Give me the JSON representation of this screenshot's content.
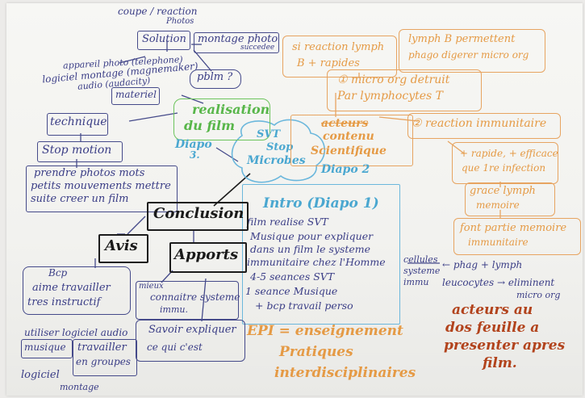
{
  "top_note": "coupe / reaction",
  "top_note2": "Photos",
  "solution": "Solution",
  "montage": "montage photo",
  "montage2": "succedee",
  "appareil": "appareil photo (telephone)",
  "logiciel_montage": "logiciel montage (magnemaker)",
  "audacity": "audio (audacity)",
  "materiel": "materiel",
  "pblm": "pblm ?",
  "realisation": "realisation",
  "du_film": "du film",
  "diapo3": "Diapo",
  "diapo3_num": "3.",
  "technique": "technique",
  "stop_motion": "Stop motion",
  "prendre1": "prendre photos mots",
  "prendre2": "petits mouvements mettre",
  "prendre3": "suite creer un film",
  "svt1": "SVT",
  "svt2": "Stop",
  "svt3": "Microbes",
  "acteurs_crossed": "acteurs",
  "contenu": "contenu",
  "scientifique": "Scientifique",
  "diapo2": "Diapo 2",
  "sireaction": "si reaction lymph",
  "b_rapides": "B + rapides",
  "lymphb": "lymph B permettent",
  "phago": "phago digerer micro org",
  "micro1": "① micro org detruit",
  "micro2": "Par lymphocytes T",
  "reaction": "② reaction immunitaire",
  "rapides1": "+ rapide, + efficace",
  "rapides2": "que 1re infection",
  "grace1": "grace lymph",
  "grace2": "memoire",
  "font1": "font partie memoire",
  "font2": "immunitaire",
  "intro": "Intro (Diapo 1)",
  "intro_l1": "film realise SVT",
  "intro_l2": "Musique pour expliquer",
  "intro_l3": "dans un film le systeme",
  "intro_l4": "immunitaire chez l'Homme",
  "intro_l5": "4-5 seances SVT",
  "intro_l6": "1 seance Musique",
  "intro_l7": "+ bcp travail perso",
  "conclusion": "Conclusion",
  "avis": "Avis",
  "apports": "Apports",
  "bcp1": "Bcp",
  "bcp2": "aime travailler",
  "bcp3": "tres instructif",
  "mieux1": "mieux",
  "mieux2": "connaitre systeme",
  "mieux3": "immu.",
  "savoir1": "Savoir expliquer",
  "savoir2": "ce qui c'est",
  "utiliser1": "utiliser logiciel audio",
  "musique": "musique",
  "travailler1": "travailler",
  "travailler2": "en groupes",
  "logiciel_bottom": "logiciel",
  "montage_bottom": "montage",
  "cellules1": "cellules",
  "cellules2": "systeme",
  "cellules3": "immu",
  "phag_lymph": "← phag + lymph",
  "leucocytes": "leucocytes → eliminent",
  "micro_org": "micro org",
  "epi1": "EPI = enseignement",
  "epi2": "Pratiques",
  "epi3": "interdisciplinaires",
  "acteurs1": "acteurs au",
  "acteurs2": "dos feuille a",
  "acteurs3": "presenter apres",
  "acteurs4": "film."
}
